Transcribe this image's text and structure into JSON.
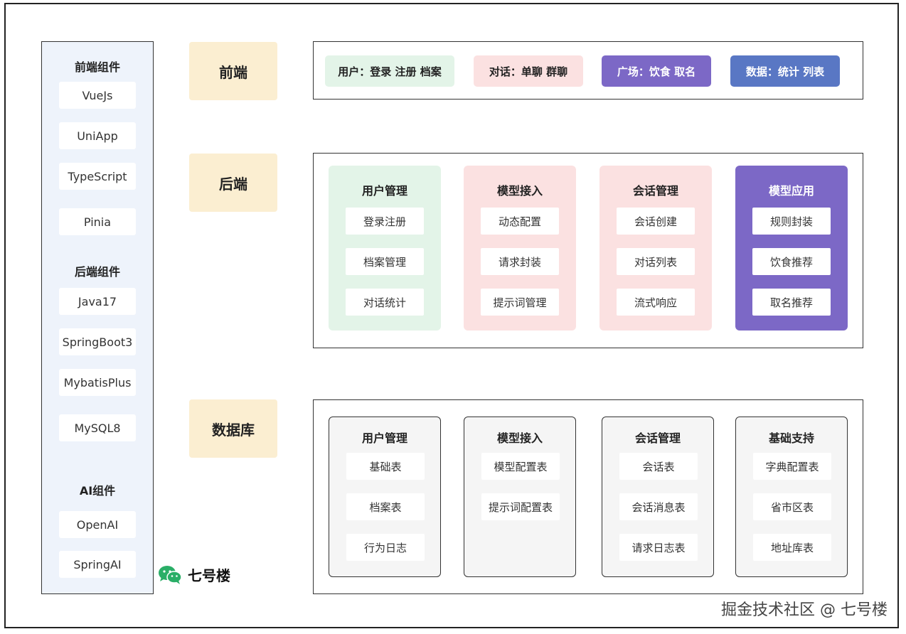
{
  "sidebar": {
    "sections": [
      {
        "title": "前端组件",
        "items": [
          "VueJs",
          "UniApp",
          "TypeScript",
          "Pinia"
        ]
      },
      {
        "title": "后端组件",
        "items": [
          "Java17",
          "SpringBoot3",
          "MybatisPlus",
          "MySQL8"
        ]
      },
      {
        "title": "AI组件",
        "items": [
          "OpenAI",
          "SpringAI"
        ]
      }
    ]
  },
  "layers": {
    "frontend": "前端",
    "backend": "后端",
    "database": "数据库"
  },
  "frontend_pills": [
    {
      "label": "用户：登录 注册 档案",
      "bg": "#e3f4e8",
      "fg": "#222222"
    },
    {
      "label": "对话：单聊 群聊",
      "bg": "#fbe1e1",
      "fg": "#222222"
    },
    {
      "label": "广场：饮食 取名",
      "bg": "#7c68c6",
      "fg": "#ffffff"
    },
    {
      "label": "数据：统计 列表",
      "bg": "#5977c4",
      "fg": "#ffffff"
    }
  ],
  "backend_modules": [
    {
      "title": "用户管理",
      "items": [
        "登录注册",
        "档案管理",
        "对话统计"
      ],
      "bg": "#e3f4e8",
      "fg": "#222222"
    },
    {
      "title": "模型接入",
      "items": [
        "动态配置",
        "请求封装",
        "提示词管理"
      ],
      "bg": "#fbe1e1",
      "fg": "#222222"
    },
    {
      "title": "会话管理",
      "items": [
        "会话创建",
        "对话列表",
        "流式响应"
      ],
      "bg": "#fbe1e1",
      "fg": "#222222"
    },
    {
      "title": "模型应用",
      "items": [
        "规则封装",
        "饮食推荐",
        "取名推荐"
      ],
      "bg": "#7c68c6",
      "fg": "#ffffff"
    }
  ],
  "database_modules": [
    {
      "title": "用户管理",
      "items": [
        "基础表",
        "档案表",
        "行为日志"
      ]
    },
    {
      "title": "模型接入",
      "items": [
        "模型配置表",
        "提示词配置表"
      ]
    },
    {
      "title": "会话管理",
      "items": [
        "会话表",
        "会话消息表",
        "请求日志表"
      ]
    },
    {
      "title": "基础支持",
      "items": [
        "字典配置表",
        "省市区表",
        "地址库表"
      ]
    }
  ],
  "brand": {
    "name": "七号楼",
    "icon": "wechat-icon",
    "color": "#2aae67"
  },
  "watermark": "掘金技术社区 @ 七号楼"
}
